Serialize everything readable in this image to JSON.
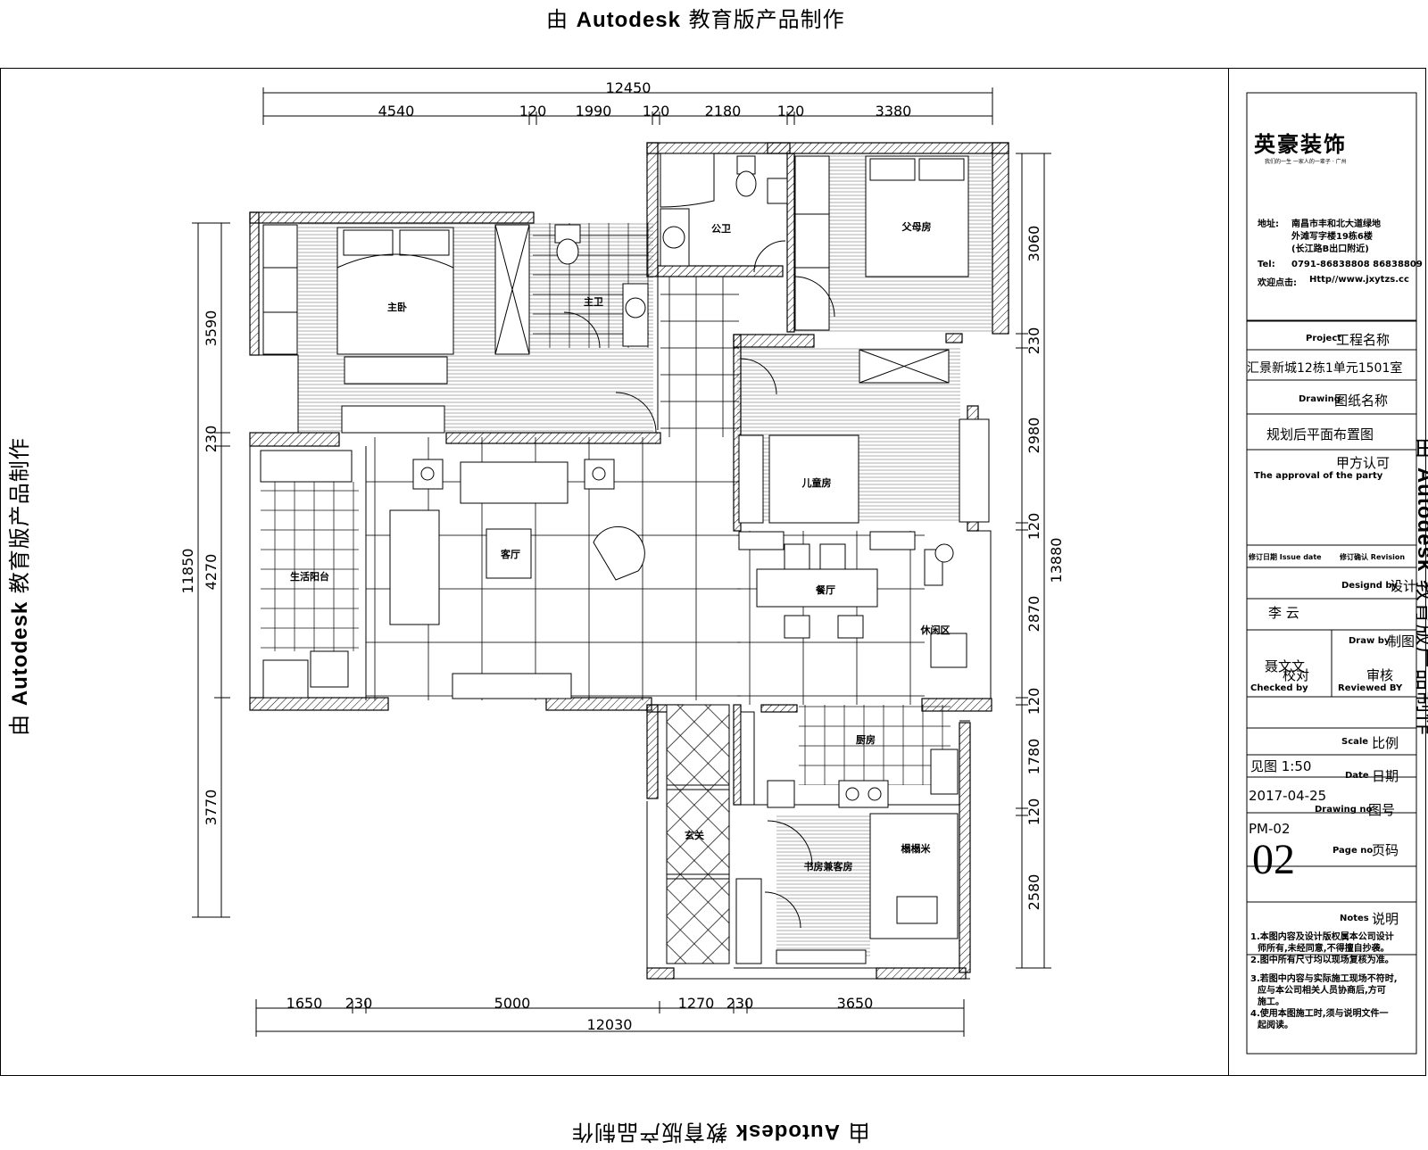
{
  "watermark": {
    "prefix": "由 ",
    "brand": "Autodesk",
    "suffix": " 教育版产品制作"
  },
  "dimensions": {
    "top_total": "12450",
    "top_segments": [
      "4540",
      "120",
      "1990",
      "120",
      "2180",
      "120",
      "3380"
    ],
    "bottom_total": "12030",
    "bottom_segments": [
      "1650",
      "230",
      "5000",
      "1270",
      "230",
      "3650"
    ],
    "left_total": "11850",
    "left_segments": [
      "3590",
      "230",
      "4270",
      "3770"
    ],
    "right_total": "13880",
    "right_segments": [
      "3060",
      "230",
      "2980",
      "120",
      "2870",
      "120",
      "1780",
      "120",
      "2580"
    ]
  },
  "rooms": {
    "master_bed": "主卧",
    "master_bath": "主卫",
    "public_bath": "公卫",
    "parents_room": "父母房",
    "kids_room": "儿童房",
    "living_room": "客厅",
    "balcony": "生活阳台",
    "dining": "餐厅",
    "leisure": "休闲区",
    "kitchen": "厨房",
    "entry": "玄关",
    "study": "书房兼客房",
    "tatami": "榻榻米"
  },
  "title_block": {
    "company_logo": "英豪装饰",
    "company_slogan": "我们的一生 一家人的一辈子 · 广州",
    "address_label": "地址:",
    "address_lines": [
      "南昌市丰和北大道绿地",
      "外滩写字楼19栋6楼",
      "(长江路B出口附近)"
    ],
    "tel_label": "Tel:",
    "tel_value": "0791-86838808  86838809",
    "web_label": "欢迎点击:",
    "web_value": "Http//www.jxytzs.cc",
    "project_en": "Project",
    "project_cn": "工程名称",
    "project_value": "汇景新城12栋1单元1501室",
    "drawing_en": "Drawing",
    "drawing_cn": "图纸名称",
    "drawing_value": "规划后平面布置图",
    "approval_cn": "甲方认可",
    "approval_en": "The approval of the party",
    "revision_date": "修订日期 Issue date",
    "revision_confirm": "修订确认 Revision",
    "designed_en": "Designd by",
    "designed_cn": "设计",
    "designer": "李 云",
    "draw_en": "Draw by",
    "draw_cn": "制图",
    "drafter": "聂文文",
    "checked_cn": "校对",
    "checked_en": "Checked by",
    "reviewed_cn": "审核",
    "reviewed_en": "Reviewed BY",
    "scale_en": "Scale",
    "scale_cn": "比例",
    "scale_value": "见图 1:50",
    "date_en": "Date",
    "date_cn": "日期",
    "date_value": "2017-04-25",
    "drawing_no_en": "Drawing no",
    "drawing_no_cn": "图号",
    "drawing_no_value": "PM-02",
    "page_no_en": "Page no",
    "page_no_cn": "页码",
    "page_no_value": "02",
    "notes_en": "Notes",
    "notes_cn": "说明",
    "notes": [
      "1.本图内容及设计版权属本公司设计",
      "师所有,未经同意,不得擅自抄袭。",
      "2.图中所有尺寸均以现场复核为准。",
      "3.若图中内容与实际施工现场不符时,",
      "应与本公司相关人员协商后,方可",
      "施工。",
      "4.使用本图施工时,须与说明文件一",
      "起阅读。"
    ]
  }
}
